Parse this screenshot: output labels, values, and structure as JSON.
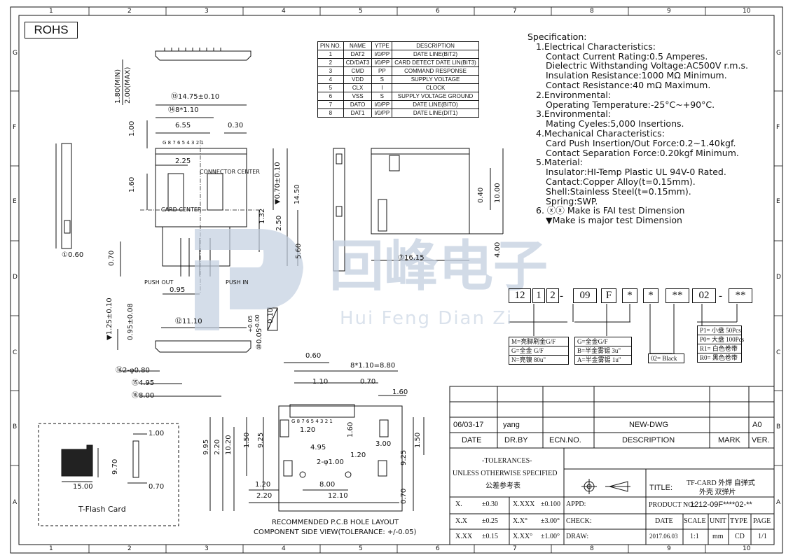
{
  "rohs_label": "ROHS",
  "grid_cols": [
    "1",
    "2",
    "3",
    "4",
    "5",
    "6",
    "7",
    "8",
    "9",
    "10"
  ],
  "grid_rows": [
    "G",
    "F",
    "E",
    "D",
    "C",
    "B",
    "A"
  ],
  "watermark": {
    "cn": "回峰电子",
    "en": "Hui Feng Dian Zi"
  },
  "pin_table": {
    "headers": [
      "PIN NO.",
      "NAME",
      "YTPE",
      "DESCRIPTION"
    ],
    "rows": [
      [
        "1",
        "DAT2",
        "I/0/PP",
        "DATE LINE(BIT2)"
      ],
      [
        "2",
        "CD/DAT3",
        "I/0/PP",
        "CARD DETECT DATE LIN(BIT3)"
      ],
      [
        "3",
        "CMD",
        "PP",
        "COMMAND RESPONSE"
      ],
      [
        "4",
        "VDD",
        "S",
        "SUPPLY VOLTAGE"
      ],
      [
        "5",
        "CLX",
        "I",
        "CLOCK"
      ],
      [
        "6",
        "VSS",
        "S",
        "SUPPLY VOLTAGE GROUND"
      ],
      [
        "7",
        "DATO",
        "I/0/PP",
        "DATE LINE(BITO)"
      ],
      [
        "8",
        "DAT1",
        "I/0/PP",
        "DATE LINE(DIT1)"
      ]
    ]
  },
  "spec_lines": [
    "Specification:",
    "1.Electrical Characteristics:",
    "Contact Current Rating:0.5 Amperes.",
    "Dielectric Withstanding Voltage:AC500V r.m.s.",
    "Insulation Resistance:1000 MΩ Minimum.",
    "Contact Resistance:40 mΩ Maximum.",
    "2.Environmental:",
    "Operating Temperature:-25°C~+90°C.",
    "3.Environmental:",
    "Mating Cyeles:5,000 Insertions.",
    "4.Mechanical Characteristics:",
    "Card Push Insertion/Out Force:0.2~1.40kgf.",
    "Contact Separation Force:0.20kgf Minimum.",
    "5.Material:",
    "Insulator:HI-Temp Plastic UL 94V-0 Rated.",
    "Cantact:Copper Alloy(t=0.15mm).",
    "Shell:Stainless Steel(t=0.15mm).",
    "Spring:SWP.",
    "6. ⓧⓧ Make is FAI test Dimension",
    "▼Make is major test Dimension"
  ],
  "part_number": [
    "12",
    "1",
    "2",
    "-",
    "09",
    "F",
    "*",
    "*",
    "**",
    "02",
    "-",
    "**"
  ],
  "part_options": {
    "plating": [
      "M=亮脚刷金G/F",
      "G=全金 G/F",
      "N=亮镍 80u\""
    ],
    "gold": [
      "G=全金G/F",
      "B=半金雾锡 3u\"",
      "A=半金雾锡 1u\""
    ],
    "color": [
      "02= Black"
    ],
    "packing": [
      "P1= 小盘 50Pcs",
      "P0= 大盘 100Pcs",
      "R1= 白色卷带",
      "R0= 黑色卷带"
    ]
  },
  "dims": {
    "d1": "0.60",
    "d2_min": "1.80(MIN)",
    "d2_max": "2.00(MAX)",
    "d3": "14.75±0.10",
    "d4": "8*1.10",
    "d5": "0.70±0.10",
    "d6": "14.50",
    "d7": "16.15",
    "d8": "0.40",
    "d9": "10.00",
    "d10": "0.05",
    "d10_hi": "+0.05",
    "d10_lo": "-0.00",
    "d11": "0.95±0.08",
    "d12": "11.10",
    "d13": "1.25±0.10",
    "d14": "2-φ0.80",
    "d15": "4.95",
    "d16": "8.00",
    "plain": [
      "6.55",
      "0.30",
      "2.25",
      "1.60",
      "1.00",
      "1.32",
      "2.50",
      "5.60",
      "0.70",
      "0.95",
      "4.00",
      "0.10"
    ],
    "pcb": [
      "0.60",
      "8*1.10=8.80",
      "1.10",
      "0.70",
      "1.60",
      "1.20",
      "9.95",
      "2.20",
      "10.20",
      "1.50",
      "9.25",
      "1.60",
      "4.95",
      "3.00",
      "2-φ1.00",
      "1.20",
      "1.50",
      "9.25",
      "1.20",
      "8.00",
      "2.20",
      "12.10",
      "0.70"
    ],
    "tflash": [
      "1.00",
      "9.70",
      "15.00",
      "0.70"
    ]
  },
  "labels": {
    "connector_center": "CONNECTOR CENTER",
    "card_center": "CARD CENTER",
    "push_out": "PUSH OUT",
    "push_in": "PUSH IN",
    "pcb_title1": "RECOMMENDED P.C.B HOLE LAYOUT",
    "pcb_title2": "COMPONENT SIDE VIEW(TOLERANCE: +/-0.05)",
    "tflash": "T-Flash Card",
    "pin_row": "G 8 7 6 5 4 3 2 1",
    "pin_row2": "G 8 7 6 5 4 3 2 1"
  },
  "title_block": {
    "rev_date": "06/03-17",
    "rev_by": "yang",
    "rev_desc": "NEW-DWG",
    "rev_mark": "A0",
    "h_date": "DATE",
    "h_drby": "DR.BY",
    "h_ecn": "ECN.NO.",
    "h_desc": "DESCRIPTION",
    "h_mark": "MARK",
    "h_ver": "VER.",
    "tol1": "-TOLERANCES-",
    "tol2": "UNLESS OTHERWISE SPECIFIED",
    "tol3": "公差参考表",
    "title_label": "TITLE:",
    "title_val1": "TF-CARD 外焊 自弹式",
    "title_val2": "外壳 双弹片",
    "product_label": "PRODUCT NO:",
    "product_val": "1212-09F****02-**",
    "tol_rows": [
      [
        "X.",
        "±0.30",
        "X.XXX",
        "±0.100",
        "APPD:"
      ],
      [
        "X.X",
        "±0.25",
        "X.X°",
        "±3.00°",
        "CHECK:"
      ],
      [
        "X.XX",
        "±0.15",
        "X.XX°",
        "±1.00°",
        "DRAW:"
      ]
    ],
    "f_date": "DATE",
    "f_scale": "SCALE",
    "f_unit": "UNIT",
    "f_type": "TYPE",
    "f_page": "PAGE",
    "v_date": "2017.06.03",
    "v_scale": "1:1",
    "v_unit": "mm",
    "v_type": "CD",
    "v_page": "1/1"
  }
}
